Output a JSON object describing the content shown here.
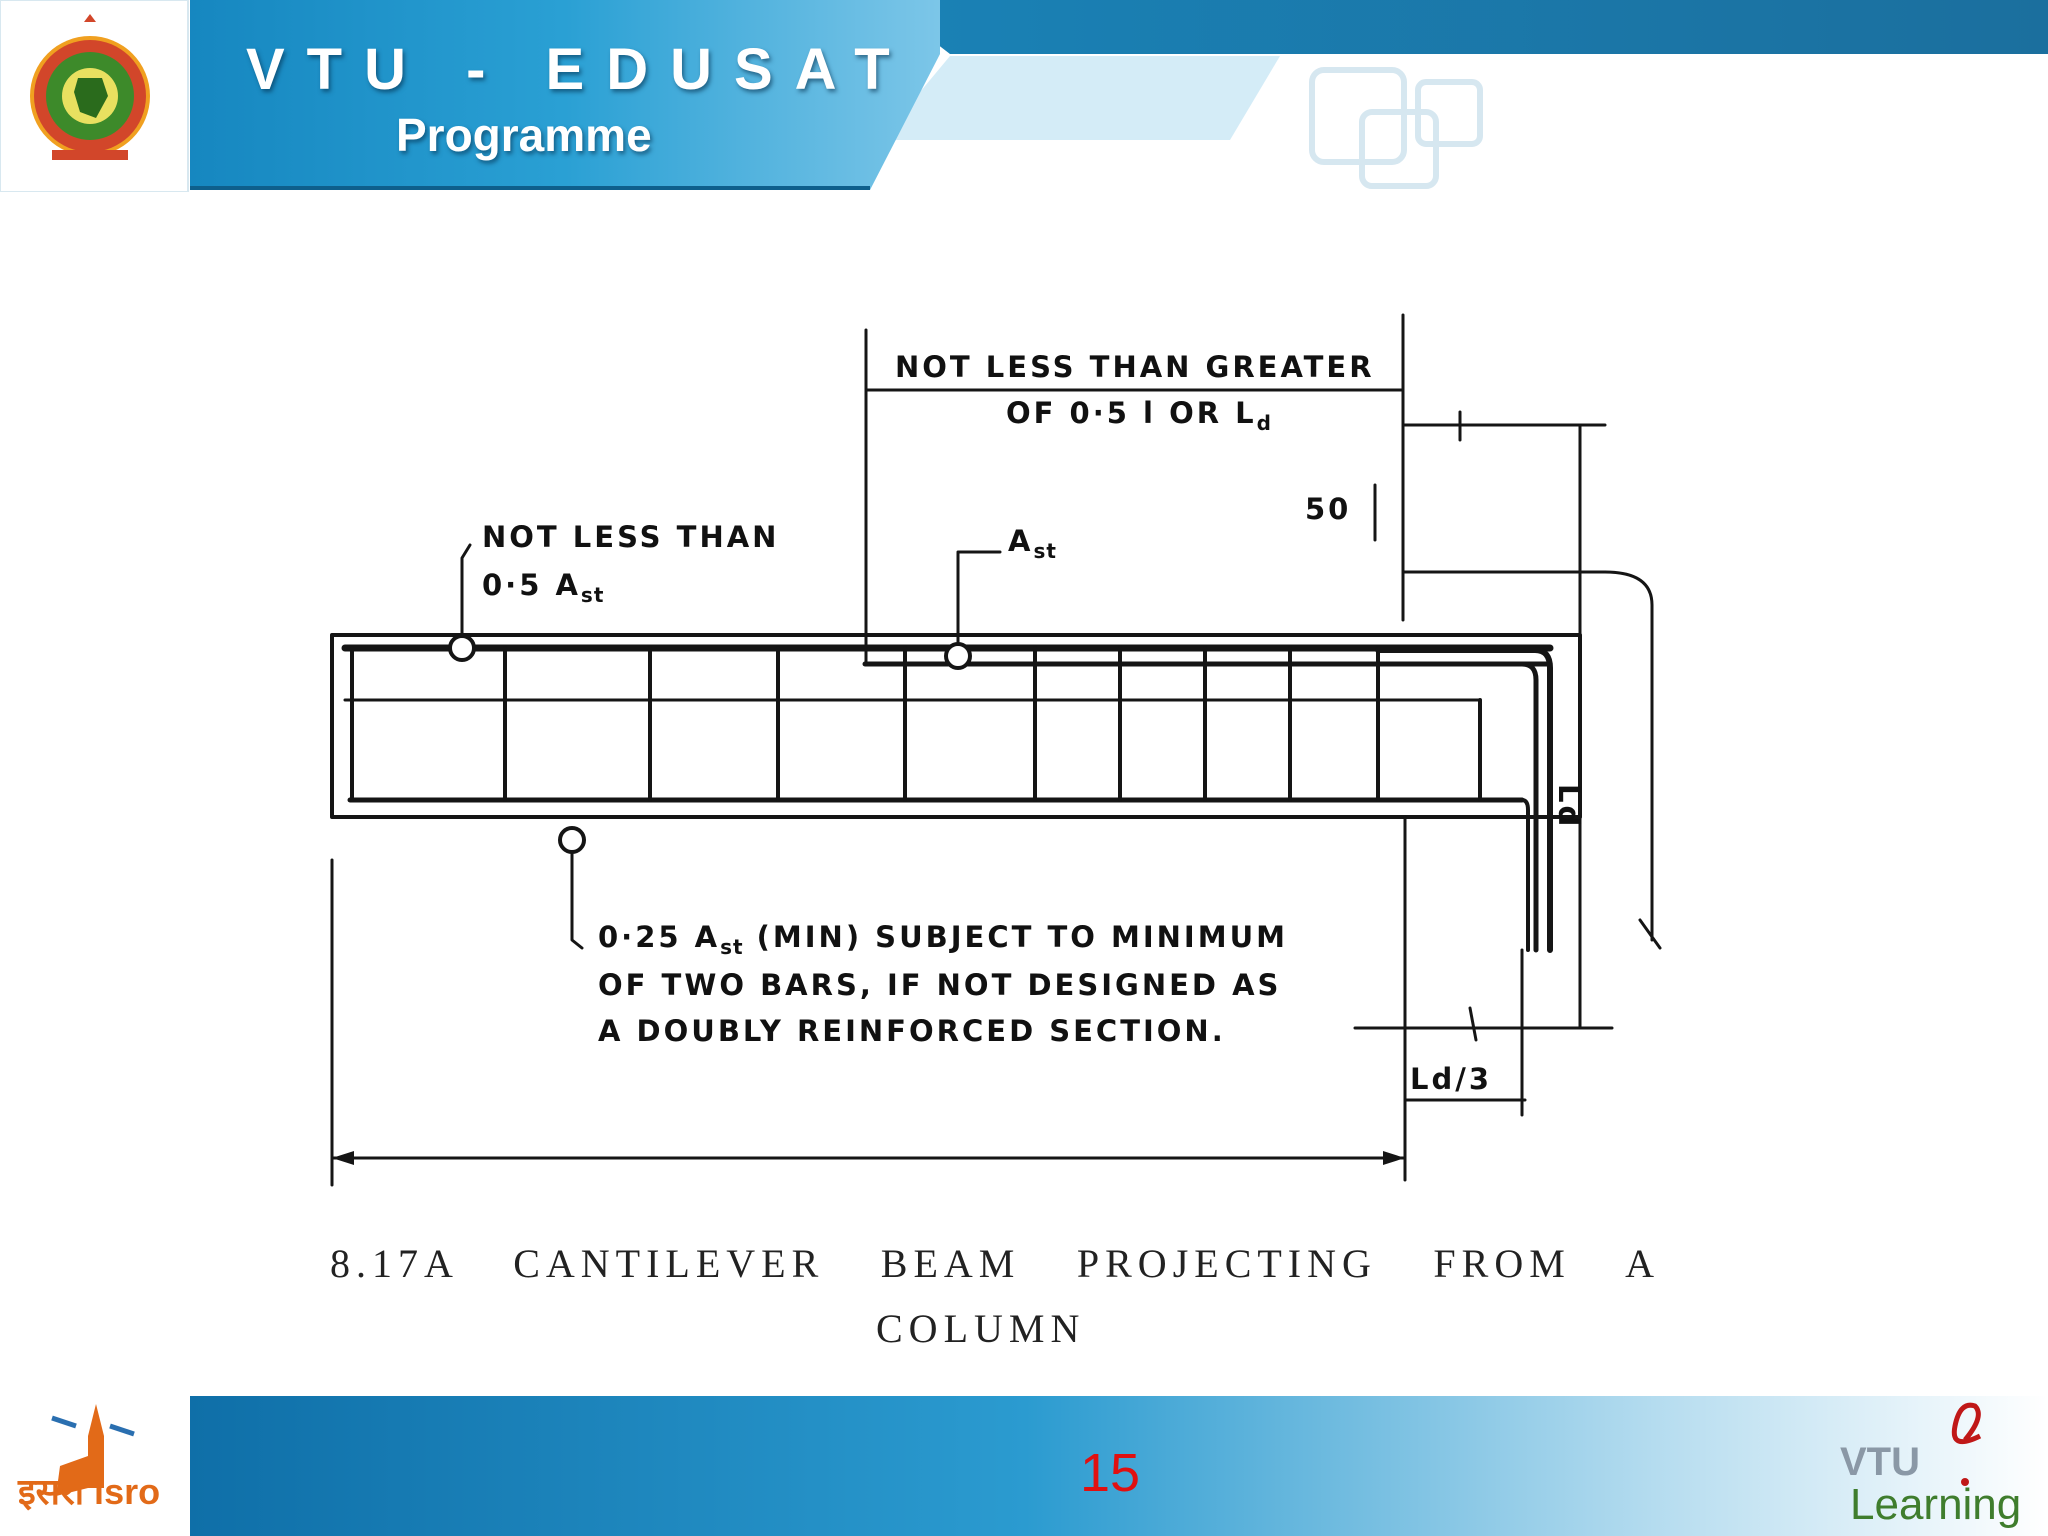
{
  "header": {
    "title": "VTU - EDUSAT",
    "subtitle": "Programme",
    "logo_icon": "vtu-emblem-icon",
    "colors": {
      "banner_dark": "#1a8dc4",
      "banner_light": "#bfe4f4"
    }
  },
  "diagram": {
    "labels": {
      "top_main": "NOT LESS THAN GREATER",
      "top_sub": "OF 0·5 l OR L",
      "top_sub_subscript": "d",
      "top_left_1": "NOT LESS THAN",
      "top_left_2": "0·5 A",
      "top_left_2_subscript": "st",
      "ast_prefix": "A",
      "ast_subscript": "st",
      "cover": "50",
      "ld_vertical": "Ld",
      "bottom_1_prefix": "0·25 A",
      "bottom_1_subscript": "st",
      "bottom_1_suffix": " (MIN) SUBJECT TO MINIMUM",
      "bottom_2": "OF TWO BARS, IF NOT DESIGNED AS",
      "bottom_3": "A DOUBLY REINFORCED SECTION.",
      "ld3": "Ld/3"
    },
    "caption_line1": "8.17A CANTILEVER BEAM PROJECTING FROM A",
    "caption_line2": "COLUMN"
  },
  "footer": {
    "page_number": "15",
    "isro_label": "इसरो isro",
    "vtu_label": "VTU",
    "learning_label": "Learning",
    "colors": {
      "page_number": "#e11010",
      "banner": "#1a8dc4"
    }
  }
}
